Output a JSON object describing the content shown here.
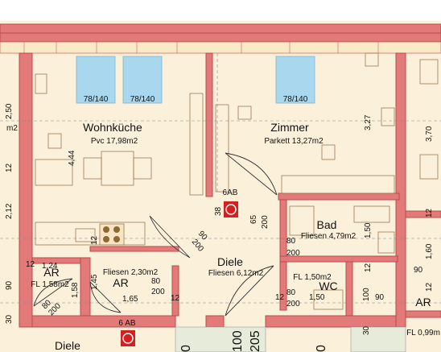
{
  "rooms": {
    "wohnkueche": {
      "name": "Wohnküche",
      "area": "Pvc 17,98m2"
    },
    "zimmer": {
      "name": "Zimmer",
      "area": "Parkett 13,27m2"
    },
    "bad": {
      "name": "Bad",
      "area": "Fliesen 4,79m2"
    },
    "diele": {
      "name": "Diele",
      "area": "Fliesen 6,12m2"
    },
    "ar_left": {
      "name": "AR",
      "area": "FL 1,58m2"
    },
    "ar_mid": {
      "name": "AR",
      "area": "Fliesen 2,30m2"
    },
    "wc": {
      "name": "WC",
      "area": "FL 1,50m2"
    },
    "ar_right": {
      "name": "AR"
    },
    "diele_lower": {
      "name": "Diele"
    },
    "fl_right": {
      "area": "FL 0,99m"
    }
  },
  "windows": [
    "78/140",
    "78/140",
    "78/140"
  ],
  "ab_labels": [
    "6AB",
    "6 AB"
  ],
  "dimensions": {
    "d_2_50": "2,50",
    "d_2m": "m2",
    "d_12_a": "12",
    "d_2_12": "2,12",
    "d_90_a": "90",
    "d_30": "30",
    "d_12_b": "12",
    "d_1_24": "1,24",
    "d_1_58": "1,58",
    "d_80_a": "80",
    "d_200_a": "200",
    "d_1_45": "1,45",
    "d_80_b": "80",
    "d_200_b": "200",
    "d_1_65": "1,65",
    "d_12_c": "12",
    "d_12_d": "12",
    "d_4_44": "4,44",
    "d_38": "38",
    "d_65": "65",
    "d_200_c": "200",
    "d_90_b": "90",
    "d_200_d": "200",
    "d_80_c": "80",
    "d_200_e": "200",
    "d_1_50": "1,50",
    "d_12_e": "12",
    "d_80_d": "80",
    "d_200_f": "200",
    "d_12_f": "12",
    "d_1_50_b": "1,50",
    "d_100_a": "100",
    "d_90_c": "90",
    "d_3_27": "3,27",
    "d_3_70": "3,70",
    "d_1_60": "1,60",
    "d_12_g": "12",
    "d_90_d": "90",
    "d_12_h": "12",
    "d_205": "205",
    "d_100_b": "100",
    "d_30_b": "30",
    "d_0_a": "0",
    "d_0_b": "0"
  },
  "colors": {
    "wall": "#e37a7a",
    "wall_dark": "#b84a4a",
    "floor": "#fbf1da",
    "window_glass": "#a9d8ee",
    "extinguisher": "#d42020"
  }
}
